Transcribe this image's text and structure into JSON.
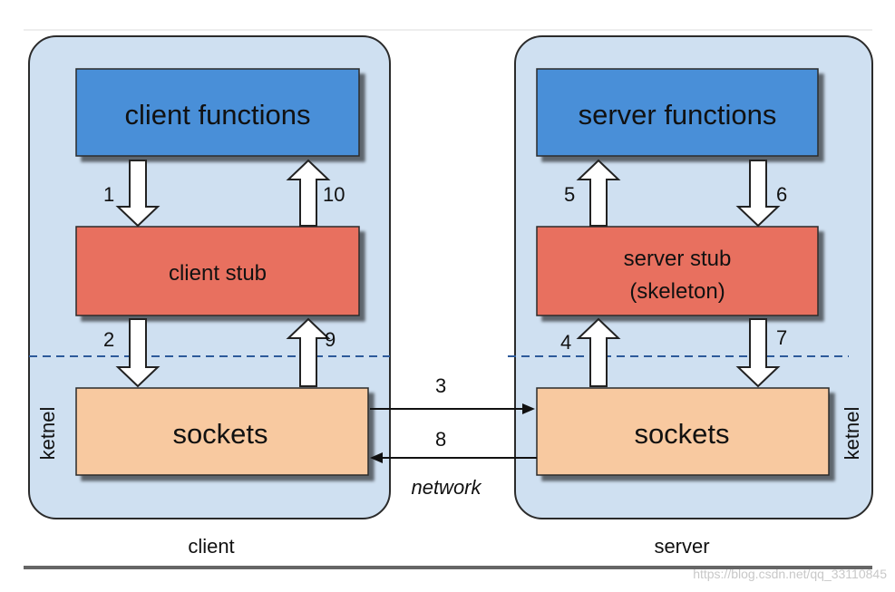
{
  "client": {
    "label": "client",
    "kernel_label": "ketnel",
    "functions_label": "client functions",
    "stub_label": "client stub",
    "sockets_label": "sockets"
  },
  "server": {
    "label": "server",
    "kernel_label": "ketnel",
    "functions_label": "server functions",
    "stub_label_line1": "server stub",
    "stub_label_line2": "(skeleton)",
    "sockets_label": "sockets"
  },
  "network_label": "network",
  "steps": {
    "s1": "1",
    "s2": "2",
    "s3": "3",
    "s4": "4",
    "s5": "5",
    "s6": "6",
    "s7": "7",
    "s8": "8",
    "s9": "9",
    "s10": "10"
  },
  "watermark": "https://blog.csdn.net/qq_33110845",
  "colors": {
    "panel_fill": "#cfe0f1",
    "panel_stroke": "#2b2b2b",
    "functions_fill": "#4a8fd8",
    "stub_fill": "#e8705e",
    "sockets_fill": "#f8c9a0",
    "dash_line": "#2d5a9a"
  }
}
